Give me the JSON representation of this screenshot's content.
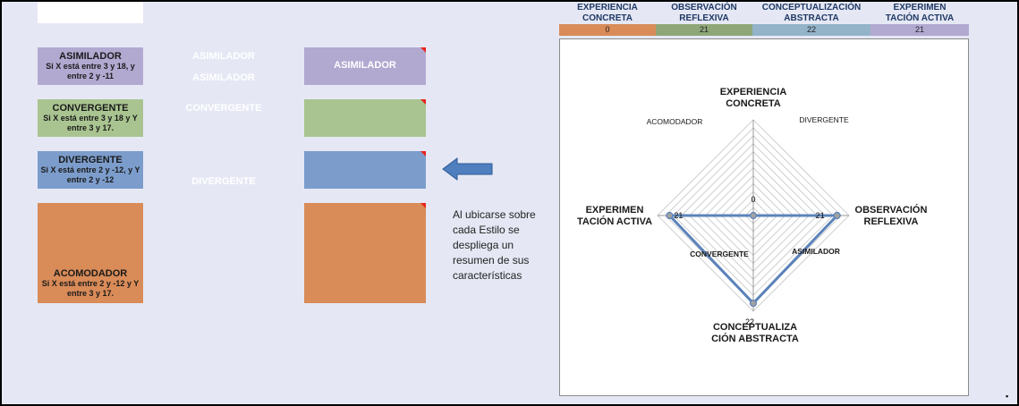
{
  "styles": [
    {
      "name": "ASIMILADOR",
      "rule": "Si X está entre 3 y 18, y entre 2 y -11",
      "color": "#b2a9d1"
    },
    {
      "name": "CONVERGENTE",
      "rule": "Si X está entre 3 y 18 y Y entre 3 y 17.",
      "color": "#a9c490"
    },
    {
      "name": "DIVERGENTE",
      "rule": "Si X está entre 2 y -12, y Y entre 2 y -12",
      "color": "#7c9dcc"
    },
    {
      "name": "ACOMODADOR",
      "rule": "Si X está entre 2 y -12 y Y entre 3 y 17.",
      "color": "#d98b58"
    }
  ],
  "ghost_labels": {
    "asim1": "ASIMILADOR",
    "asim2": "ASIMILADOR",
    "conv": "CONVERGENTE",
    "div": "DIVERGENTE"
  },
  "result_box_label": "ASIMILADOR",
  "arrow_color": "#4f7fbf",
  "note": "Al ubicarse sobre cada Estilo se despliega un resumen de sus características",
  "header_table": {
    "headers": [
      "EXPERIENCIA CONCRETA",
      "OBSERVACIÓN REFLEXIVA",
      "CONCEPTUALIZACIÓN ABSTRACTA",
      "EXPERIMEN TACIÓN ACTIVA"
    ],
    "header_lines": [
      [
        "EXPERIENCIA",
        "CONCRETA"
      ],
      [
        "OBSERVACIÓN",
        "REFLEXIVA"
      ],
      [
        "CONCEPTUALIZACIÓN",
        "ABSTRACTA"
      ],
      [
        "EXPERIMEN",
        "TACIÓN ACTIVA"
      ]
    ],
    "values": [
      "0",
      "21",
      "22",
      "21"
    ],
    "colors": [
      "#d98b58",
      "#8fa678",
      "#93b3c9",
      "#b2a9d1"
    ]
  },
  "chart_data": {
    "type": "radar",
    "axes": [
      "EXPERIENCIA CONCRETA",
      "OBSERVACIÓN REFLEXIVA",
      "CONCEPTUALIZACIÓN ABSTRACTA",
      "EXPERIMENTACIÓN ACTIVA"
    ],
    "axis_labels": [
      [
        "EXPERIENCIA",
        "CONCRETA"
      ],
      [
        "OBSERVACIÓN",
        "REFLEXIVA"
      ],
      [
        "CONCEPTUALIZA",
        "CIÓN ABSTRACTA"
      ],
      [
        "EXPERIMEN",
        "TACIÓN ACTIVA"
      ]
    ],
    "values": [
      0,
      21,
      22,
      21
    ],
    "value_labels": [
      "0",
      "21",
      "22",
      "21"
    ],
    "range": [
      0,
      24
    ],
    "grid_rings": 12,
    "quadrant_labels": [
      "ACOMODADOR",
      "DIVERGENTE",
      "ASIMILADOR",
      "CONVERGENTE"
    ],
    "series_color": "#5b83bb",
    "marker_color": "#a2a2a2"
  }
}
